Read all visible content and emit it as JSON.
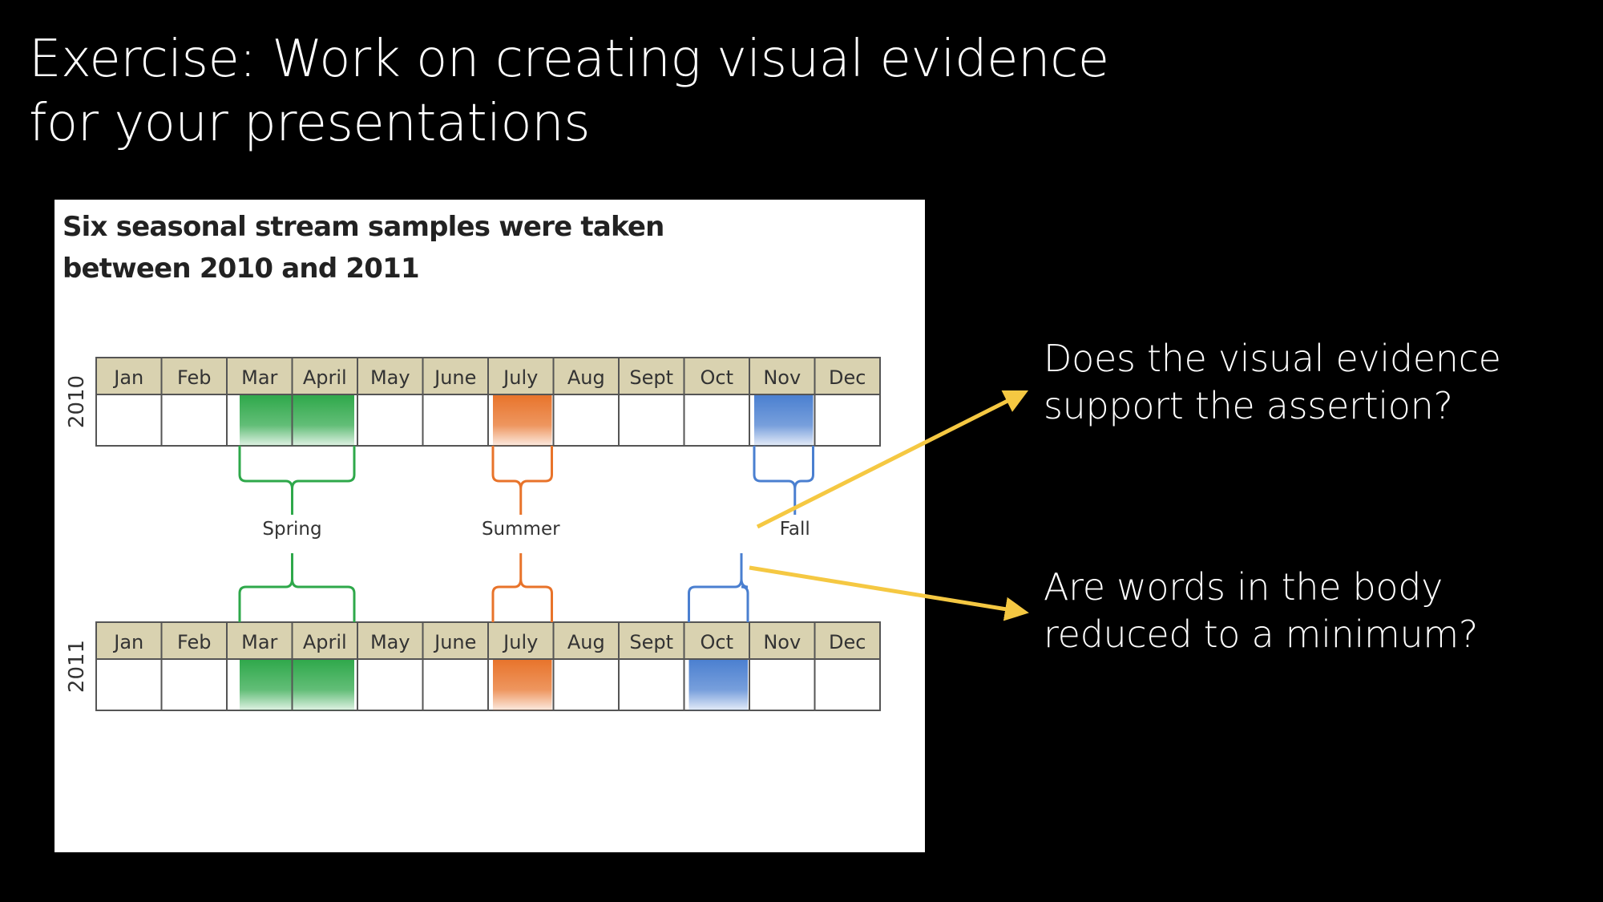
{
  "slide": {
    "title_lines": [
      "Exercise: Work on creating visual evidence",
      "for your presentations"
    ]
  },
  "figure": {
    "heading_lines": [
      "Six seasonal stream samples were taken",
      "between 2010 and 2011"
    ],
    "months": [
      "Jan",
      "Feb",
      "Mar",
      "April",
      "May",
      "June",
      "July",
      "Aug",
      "Sept",
      "Oct",
      "Nov",
      "Dec"
    ],
    "rows": [
      {
        "year": "2010",
        "samples": [
          {
            "season": "Spring",
            "months": [
              "Mar",
              "April"
            ],
            "color": "#2ea84a"
          },
          {
            "season": "Summer",
            "months": [
              "July"
            ],
            "color": "#e8732a"
          },
          {
            "season": "Fall",
            "months": [
              "Nov"
            ],
            "color": "#4a7fd0"
          }
        ]
      },
      {
        "year": "2011",
        "samples": [
          {
            "season": "Spring",
            "months": [
              "Mar",
              "April"
            ],
            "color": "#2ea84a"
          },
          {
            "season": "Summer",
            "months": [
              "July"
            ],
            "color": "#e8732a"
          },
          {
            "season": "Fall",
            "months": [
              "Oct"
            ],
            "color": "#4a7fd0"
          }
        ]
      }
    ],
    "seasons": [
      "Spring",
      "Summer",
      "Fall"
    ]
  },
  "questions": [
    {
      "lines": [
        "Does the visual evidence",
        "support the assertion?"
      ]
    },
    {
      "lines": [
        "Are words in the body",
        "reduced to a minimum?"
      ]
    }
  ],
  "colors": {
    "background": "#000000",
    "panel": "#ffffff",
    "header_fill": "#d9d2b0",
    "arrow": "#f5c842",
    "spring": "#2ea84a",
    "summer": "#e8732a",
    "fall": "#4a7fd0"
  }
}
